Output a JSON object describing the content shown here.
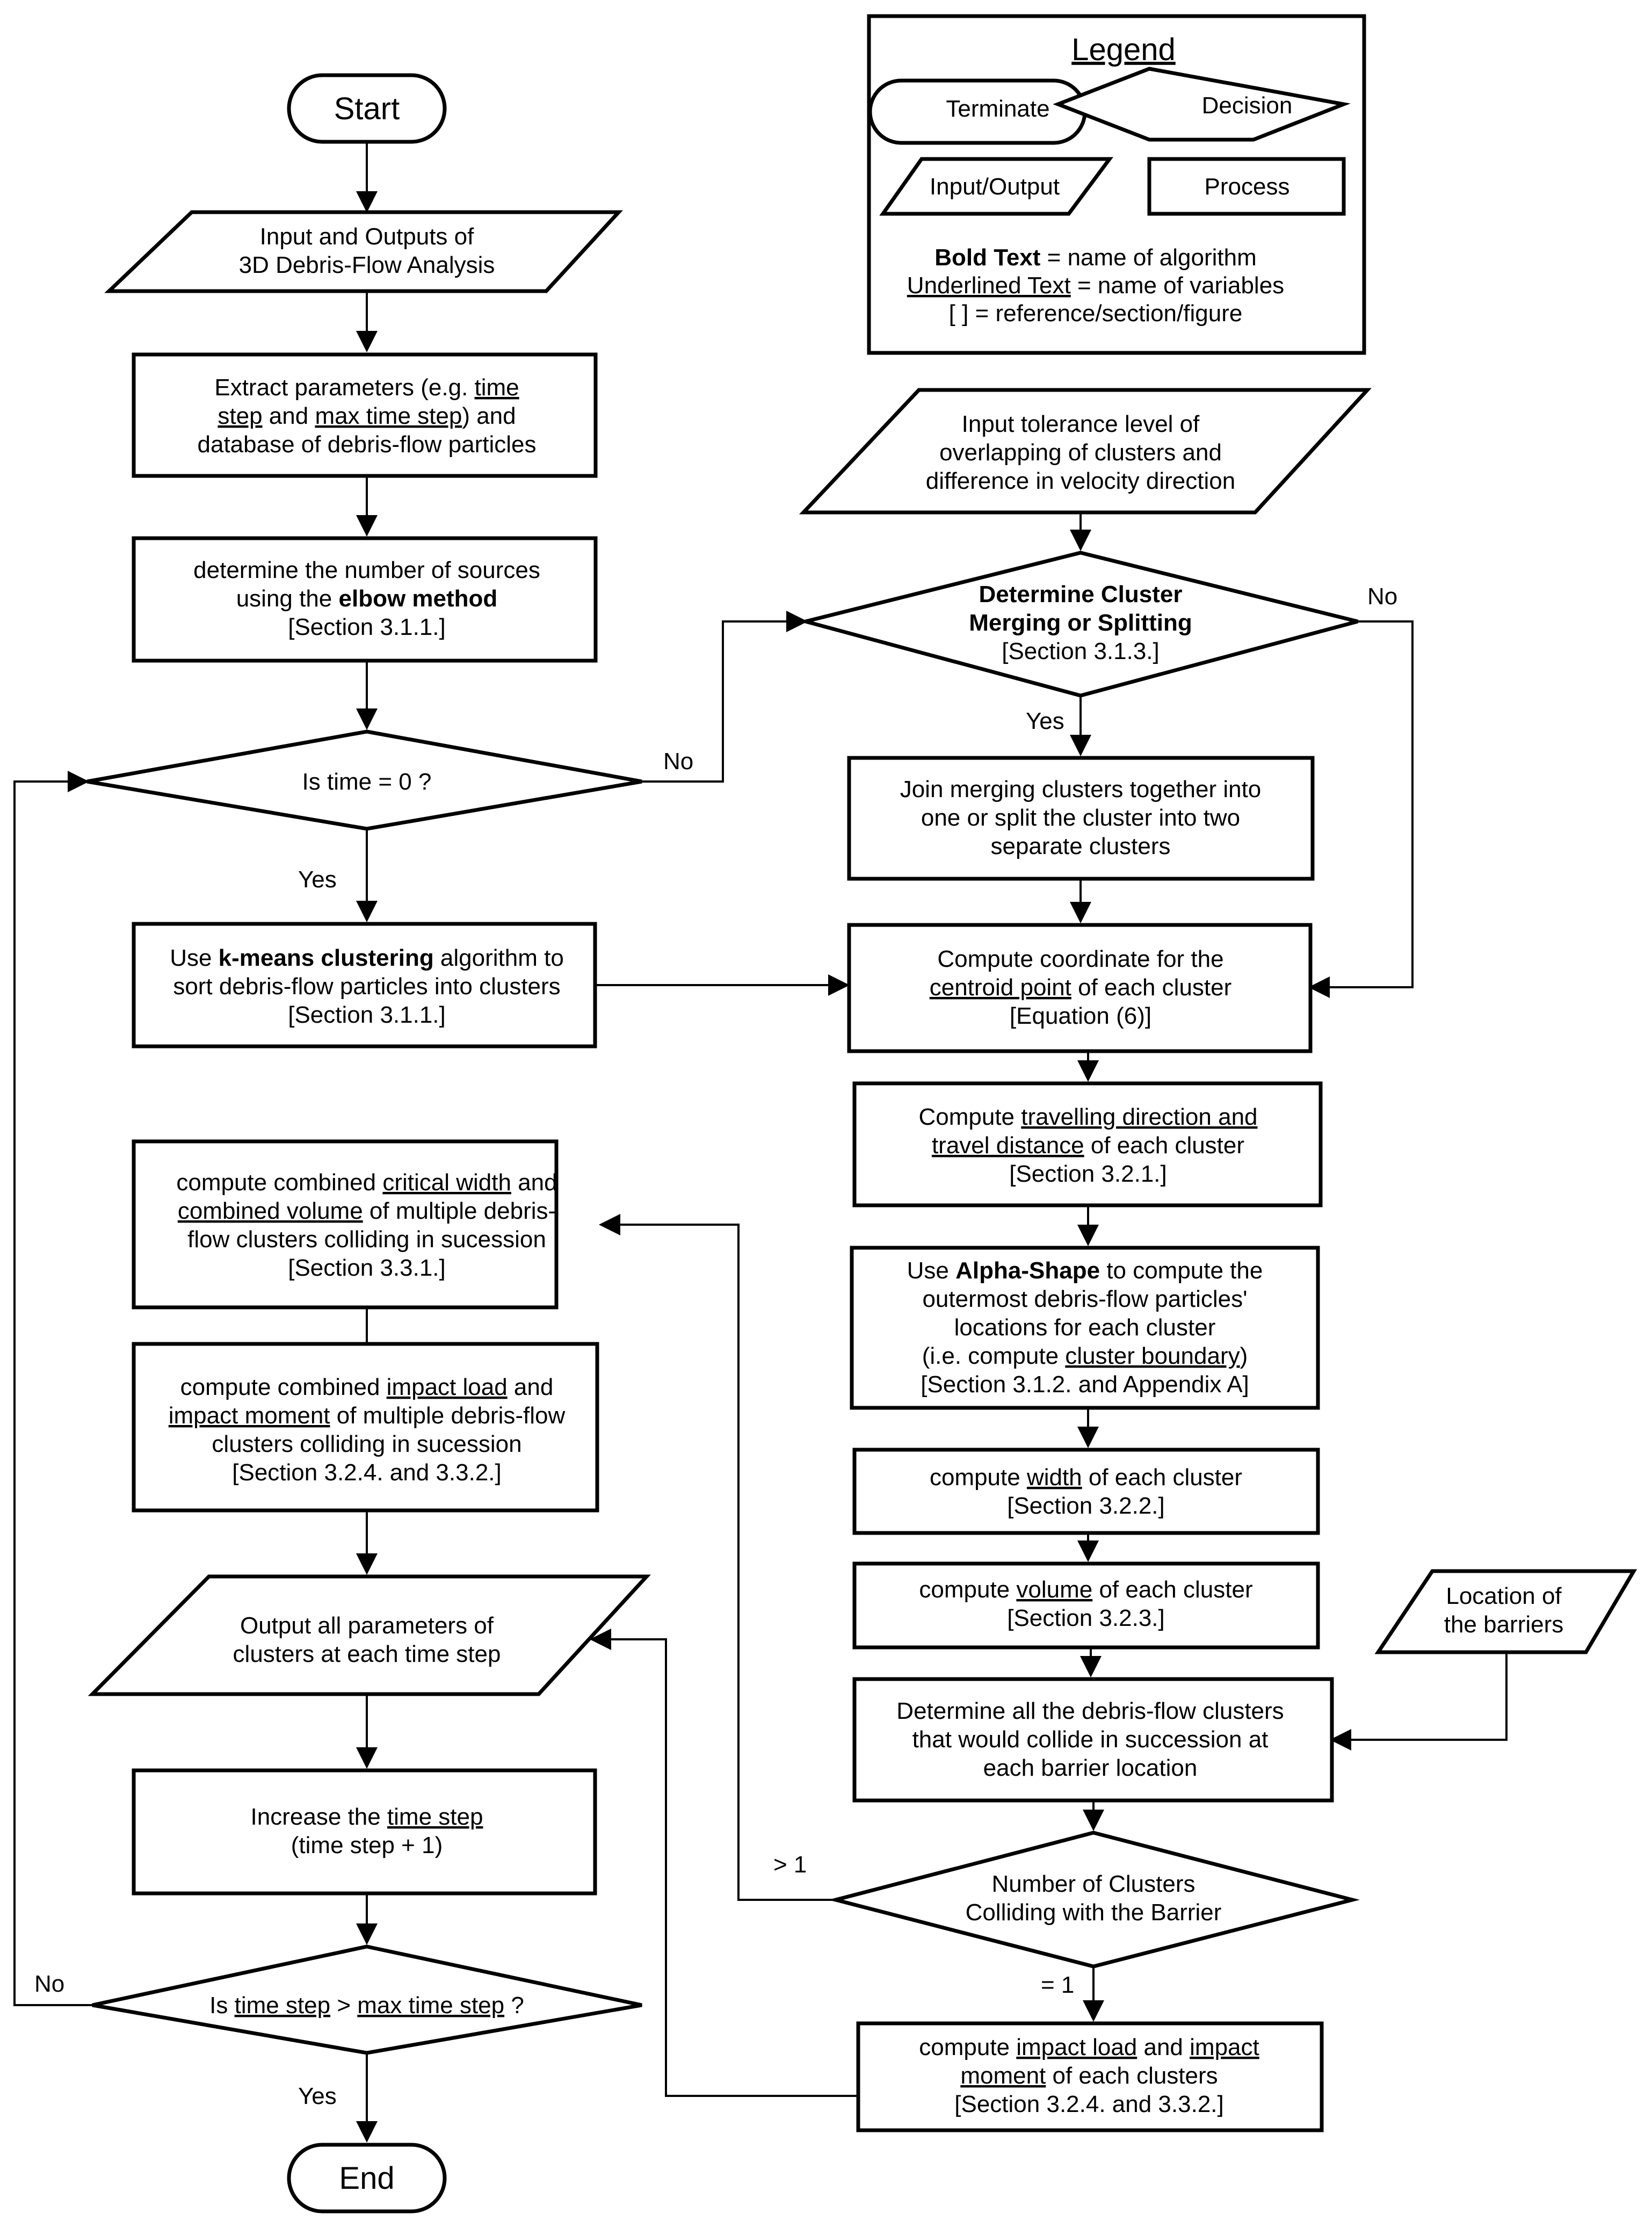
{
  "legend": {
    "title": "Legend",
    "terminate": "Terminate",
    "decision": "Decision",
    "io": "Input/Output",
    "process": "Process",
    "notes": [
      {
        "key": "Bold Text",
        "rest": " = name of algorithm"
      },
      {
        "key": "Underlined Text",
        "rest": " = name of variables"
      },
      {
        "key": "[ ]",
        "rest": " = reference/section/figure"
      }
    ]
  },
  "nodes": {
    "start": {
      "lines": [
        "Start"
      ]
    },
    "end": {
      "lines": [
        "End"
      ]
    },
    "input_outputs": {
      "lines": [
        "Input and Outputs of",
        "3D Debris-Flow Analysis"
      ]
    },
    "extract": {
      "lines": [
        "Extract parameters (e.g. |time|",
        "|step| and |max time step|) and",
        "database of debris-flow particles"
      ]
    },
    "elbow": {
      "lines": [
        "determine the number of sources",
        "using the *elbow method*",
        "[Section 3.1.1.]"
      ]
    },
    "is_time_zero": {
      "lines": [
        "Is time = 0 ?"
      ]
    },
    "kmeans": {
      "lines": [
        "Use *k-means clustering* algorithm to",
        "sort debris-flow particles into clusters",
        "[Section 3.1.1.]"
      ]
    },
    "combined_width": {
      "lines": [
        "compute combined |critical width| and",
        "|combined volume| of multiple debris-",
        "flow clusters colliding in sucession",
        "[Section 3.3.1.]"
      ]
    },
    "combined_impact": {
      "lines": [
        "compute combined |impact load| and",
        "|impact moment| of multiple debris-flow",
        "clusters colliding in sucession",
        "[Section 3.2.4. and 3.3.2.]"
      ]
    },
    "output_all": {
      "lines": [
        "Output all parameters of",
        "clusters at each time step"
      ]
    },
    "increase_step": {
      "lines": [
        "Increase the |time step|",
        "(time step + 1)"
      ]
    },
    "is_max_step": {
      "lines": [
        "Is |time step| > |max time step| ?"
      ]
    },
    "tolerance": {
      "lines": [
        "Input tolerance level of",
        "overlapping of clusters and",
        "difference in velocity direction"
      ]
    },
    "merge_split": {
      "lines": [
        "*Determine Cluster*",
        "*Merging or Splitting*",
        "[Section 3.1.3.]"
      ]
    },
    "join_clusters": {
      "lines": [
        "Join merging clusters together into",
        "one or split the cluster into two",
        "separate clusters"
      ]
    },
    "centroid": {
      "lines": [
        "Compute coordinate for the",
        "|centroid point| of each cluster",
        "[Equation (6)]"
      ]
    },
    "travel": {
      "lines": [
        "Compute |travelling direction and|",
        "|travel distance| of each cluster",
        "[Section 3.2.1.]"
      ]
    },
    "alpha_shape": {
      "lines": [
        "Use *Alpha-Shape* to compute the",
        "outermost debris-flow particles'",
        "locations for each cluster",
        "(i.e. compute |cluster boundary|)",
        "[Section 3.1.2. and Appendix A]"
      ]
    },
    "width": {
      "lines": [
        "compute |width| of each cluster",
        "[Section 3.2.2.]"
      ]
    },
    "volume": {
      "lines": [
        "compute |volume| of each cluster",
        "[Section 3.2.3.]"
      ]
    },
    "barrier_location": {
      "lines": [
        "Location of",
        "the barriers"
      ]
    },
    "collide_all": {
      "lines": [
        "Determine all the debris-flow clusters",
        "that would collide in succession at",
        "each barrier location"
      ]
    },
    "num_clusters": {
      "lines": [
        "Number of Clusters",
        "Colliding with the Barrier"
      ]
    },
    "impact_each": {
      "lines": [
        "compute |impact load| and |impact|",
        "|moment| of each clusters",
        "[Section 3.2.4. and 3.3.2.]"
      ]
    }
  },
  "edge_labels": {
    "no_time_zero": "No",
    "yes_time_zero": "Yes",
    "no_merge": "No",
    "yes_merge": "Yes",
    "more_than_one": "> 1",
    "equal_one": "= 1",
    "no_max_step": "No",
    "yes_max_step": "Yes"
  }
}
